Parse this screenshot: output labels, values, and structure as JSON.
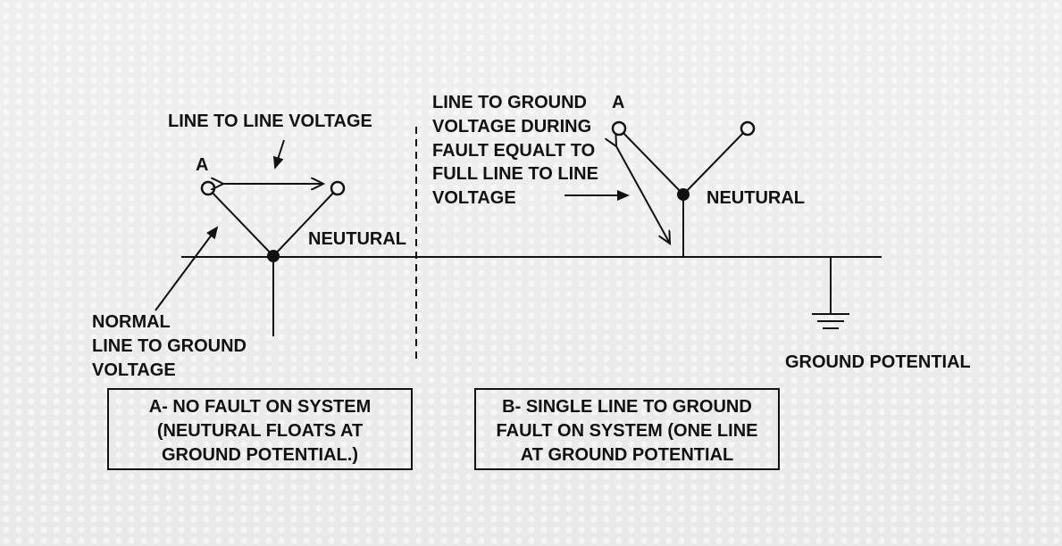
{
  "diagram": {
    "panel_a": {
      "line_to_line_label": "LINE TO LINE VOLTAGE",
      "terminal_a_label": "A",
      "neutral_label": "NEUTURAL",
      "normal_voltage_label": [
        "NORMAL",
        "LINE TO GROUND",
        "VOLTAGE"
      ],
      "caption": [
        "A- NO FAULT ON SYSTEM",
        "(NEUTURAL FLOATS AT",
        "GROUND POTENTIAL.)"
      ]
    },
    "panel_b": {
      "fault_voltage_label": [
        "LINE TO GROUND",
        "VOLTAGE DURING",
        "FAULT EQUALT TO",
        "FULL LINE TO LINE",
        "VOLTAGE"
      ],
      "terminal_a_label": "A",
      "neutral_label": "NEUTURAL",
      "caption": [
        "B- SINGLE LINE TO GROUND",
        "FAULT ON SYSTEM (ONE LINE",
        "AT GROUND POTENTIAL"
      ]
    },
    "ground_label": "GROUND POTENTIAL"
  }
}
